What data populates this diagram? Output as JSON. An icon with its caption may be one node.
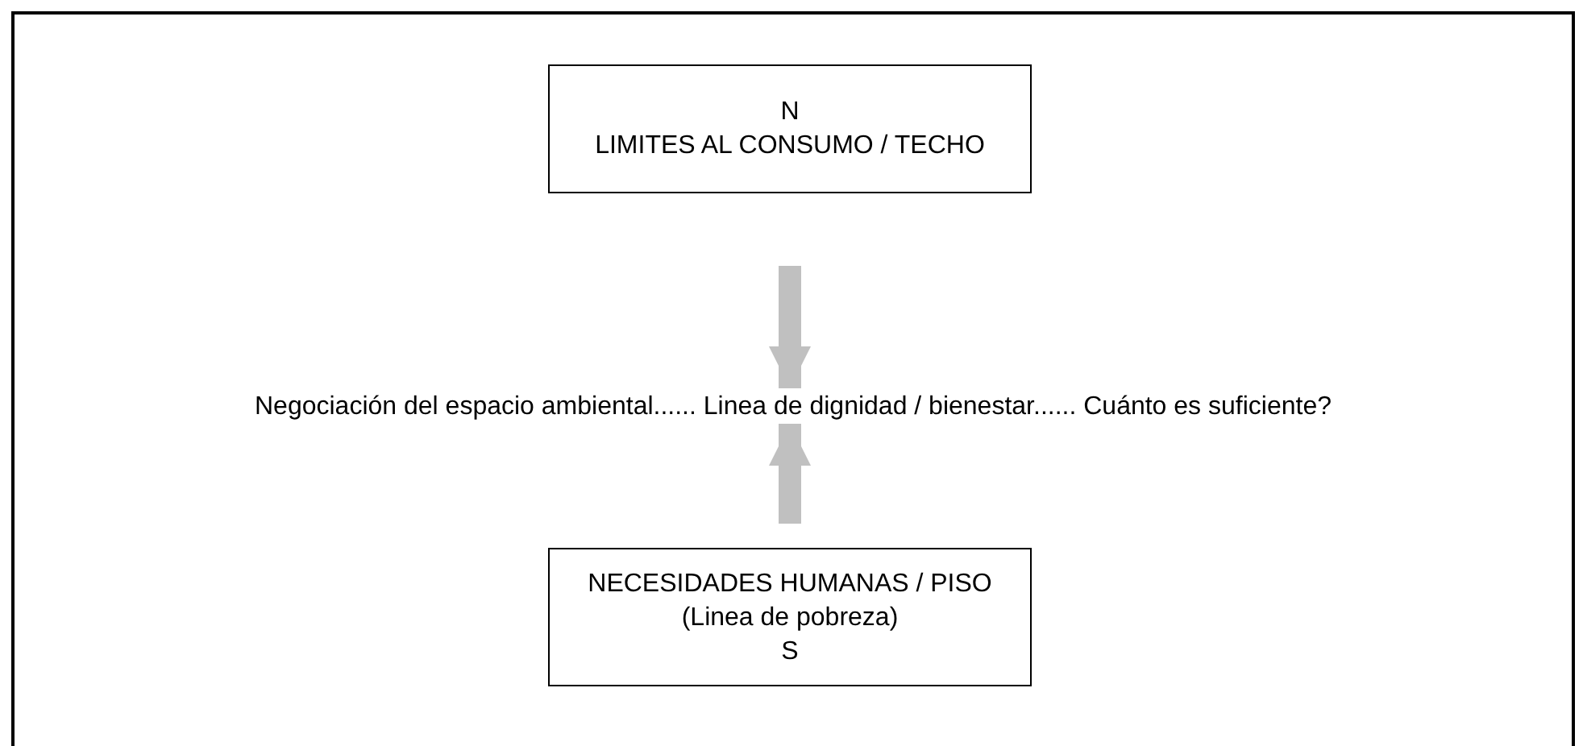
{
  "diagram": {
    "nodes": [
      {
        "text": [
          "N",
          "LIMITES AL CONSUMO / TECHO"
        ]
      },
      {
        "text": [
          "Negociación del espacio ambiental...... Linea de dignidad / bienestar...... Cuánto es suficiente?"
        ]
      },
      {
        "text": [
          "NECESIDADES HUMANAS / PISO",
          "(Linea de pobreza)",
          "S"
        ]
      }
    ],
    "edges": [
      {
        "from": 0,
        "to": 1,
        "arrow": "to",
        "color": "#c0c0c0"
      },
      {
        "from": 2,
        "to": 1,
        "arrow": "to",
        "color": "#c0c0c0"
      }
    ]
  }
}
